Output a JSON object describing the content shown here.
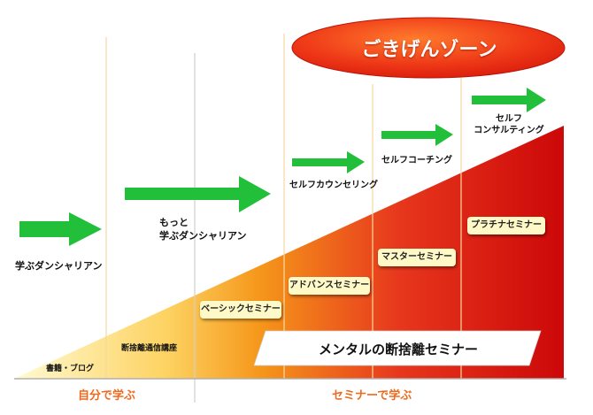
{
  "zone": {
    "title": "ごきげんゾーン"
  },
  "stage_labels": [
    "学ぶダンシャリアン",
    "もっと\n学ぶダンシャリアン",
    "セルフカウンセリング",
    "セルフコーチング",
    "セルフ\nコンサルティング"
  ],
  "courses": {
    "book": "書籍・ブログ",
    "correspondence": "断捨離通信講座",
    "basic": "ベーシックセミナー",
    "advanced": "アドバンスセミナー",
    "master": "マスターセミナー",
    "platinum": "プラチナセミナー"
  },
  "banner": {
    "text": "メンタルの断捨離セミナー"
  },
  "bottom": {
    "self_learn": "自分で学ぶ",
    "seminar_learn": "セミナーで学ぶ"
  },
  "colors": {
    "arrow": "#22c03a",
    "zone": "#e8311c",
    "bottom_text": "#ee6a1e",
    "box": "#fff9c8"
  }
}
